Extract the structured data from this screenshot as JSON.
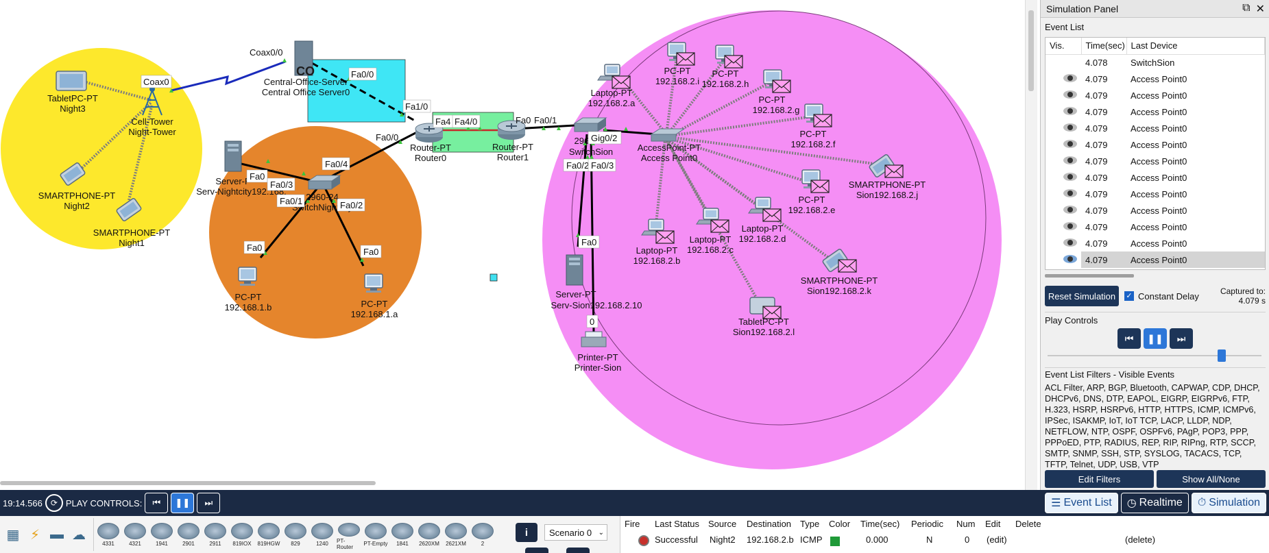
{
  "workspace": {
    "zones": {
      "yellow_color": "#fde82c",
      "orange_color": "#e5852c",
      "pink_color": "#f58ef5",
      "cyan_color": "#3fe6f5",
      "green_color": "#77ef9f"
    },
    "devices": {
      "tablet_night3": [
        "TabletPC-PT",
        "Night3"
      ],
      "cell_tower": [
        "Cell-Tower",
        "Night-Tower"
      ],
      "smartphone_night2": [
        "SMARTPHONE-PT",
        "Night2"
      ],
      "smartphone_night1": [
        "SMARTPHONE-PT",
        "Night1"
      ],
      "co_server": [
        "Central-Office-Server",
        "Central Office Server0"
      ],
      "co_logo": "CO",
      "server_nightcity": [
        "Server-P",
        "Serv-Nightcity192.168."
      ],
      "switch_nightcity": [
        "2960-24",
        "SwitchNightcity"
      ],
      "pc_1b": [
        "PC-PT",
        "192.168.1.b"
      ],
      "pc_1a": [
        "PC-PT",
        "192.168.1.a"
      ],
      "router0": [
        "Router-PT",
        "Router0"
      ],
      "router1": [
        "Router-PT",
        "Router1"
      ],
      "switch_sion": [
        "2960",
        "SwitchSion"
      ],
      "server_sion": [
        "Server-PT",
        "Serv-Sion192.168.2.10"
      ],
      "printer_sion": [
        "Printer-PT",
        "Printer-Sion"
      ],
      "access_point": [
        "AccessPoint-PT",
        "Access Point0"
      ],
      "laptop_2a": [
        "Laptop-PT",
        "192.168.2.a"
      ],
      "pc_2i": [
        "PC-PT",
        "192.168.2.i"
      ],
      "pc_2h": [
        "PC-PT",
        "192.168.2.h"
      ],
      "pc_2g": [
        "PC-PT",
        "192.168.2.g"
      ],
      "pc_2f": [
        "PC-PT",
        "192.168.2.f"
      ],
      "smartphone_2j": [
        "SMARTPHONE-PT",
        "Sion192.168.2.j"
      ],
      "pc_2e": [
        "PC-PT",
        "192.168.2.e"
      ],
      "laptop_2d": [
        "Laptop-PT",
        "192.168.2.d"
      ],
      "laptop_2c": [
        "Laptop-PT",
        "192.168.2.c"
      ],
      "laptop_2b": [
        "Laptop-PT",
        "192.168.2.b"
      ],
      "smartphone_2k": [
        "SMARTPHONE-PT",
        "Sion192.168.2.k"
      ],
      "tablet_2l": [
        "TabletPC-PT",
        "Sion192.168.2.l"
      ]
    },
    "ports": {
      "coax00": "Coax0/0",
      "coax0": "Coax0",
      "fa00_co": "Fa0/0",
      "fa10": "Fa1/0",
      "fa00_r0": "Fa0/0",
      "fa4_r0": "Fa4",
      "fa40_r1": "Fa4/0",
      "fa0_r1": "Fa0",
      "fa01": "Fa0/1",
      "gig02": "Gig0/2",
      "fa02_sw": "Fa0/2",
      "fa03_sw": "Fa0/3",
      "fa0_server_sion": "Fa0",
      "zero_printer": "0",
      "fa0_srv_nc": "Fa0",
      "fa03_nc": "Fa0/3",
      "fa04_nc": "Fa0/4",
      "fa01_nc": "Fa0/1",
      "fa02_nc": "Fa0/2",
      "fa0_pc1b": "Fa0",
      "fa0_pc1a": "Fa0"
    }
  },
  "sim_panel": {
    "title": "Simulation Panel",
    "event_list_label": "Event List",
    "columns": [
      "Vis.",
      "Time(sec)",
      "Last Device"
    ],
    "events": [
      {
        "time": "4.078",
        "device": "SwitchSion",
        "eye": false
      },
      {
        "time": "4.079",
        "device": "Access Point0",
        "eye": true
      },
      {
        "time": "4.079",
        "device": "Access Point0",
        "eye": true
      },
      {
        "time": "4.079",
        "device": "Access Point0",
        "eye": true
      },
      {
        "time": "4.079",
        "device": "Access Point0",
        "eye": true
      },
      {
        "time": "4.079",
        "device": "Access Point0",
        "eye": true
      },
      {
        "time": "4.079",
        "device": "Access Point0",
        "eye": true
      },
      {
        "time": "4.079",
        "device": "Access Point0",
        "eye": true
      },
      {
        "time": "4.079",
        "device": "Access Point0",
        "eye": true
      },
      {
        "time": "4.079",
        "device": "Access Point0",
        "eye": true
      },
      {
        "time": "4.079",
        "device": "Access Point0",
        "eye": true
      },
      {
        "time": "4.079",
        "device": "Access Point0",
        "eye": true
      },
      {
        "time": "4.079",
        "device": "Access Point0",
        "eye": true
      }
    ],
    "reset_label": "Reset Simulation",
    "constant_delay_label": "Constant Delay",
    "captured_label": "Captured to:",
    "captured_value": "4.079 s",
    "play_controls_label": "Play Controls",
    "filters_title": "Event List Filters - Visible Events",
    "filters_list": "ACL Filter, ARP, BGP, Bluetooth, CAPWAP, CDP, DHCP, DHCPv6, DNS, DTP, EAPOL, EIGRP, EIGRPv6, FTP, H.323, HSRP, HSRPv6, HTTP, HTTPS, ICMP, ICMPv6, IPSec, ISAKMP, IoT, IoT TCP, LACP, LLDP, NDP, NETFLOW, NTP, OSPF, OSPFv6, PAgP, POP3, PPP, PPPoED, PTP, RADIUS, REP, RIP, RIPng, RTP, SCCP, SMTP, SNMP, SSH, STP, SYSLOG, TACACS, TCP, TFTP, Telnet, UDP, USB, VTP",
    "edit_filters_label": "Edit Filters",
    "show_all_label": "Show All/None"
  },
  "time_bar": {
    "clock": "19:14.566",
    "play_controls_label": "PLAY CONTROLS:",
    "tabs": [
      {
        "label": "Event List",
        "icon": "event-list-icon"
      },
      {
        "label": "Realtime",
        "icon": "clock-icon"
      },
      {
        "label": "Simulation",
        "icon": "simulation-icon"
      }
    ]
  },
  "device_models": [
    "4331",
    "4321",
    "1941",
    "2901",
    "2911",
    "819IOX",
    "819HGW",
    "829",
    "1240",
    "PT-Router",
    "PT-Empty",
    "1841",
    "2620XM",
    "2621XM",
    "2"
  ],
  "scenario": {
    "selected": "Scenario 0",
    "info": "i"
  },
  "pdu": {
    "headers": [
      "Fire",
      "Last Status",
      "Source",
      "Destination",
      "Type",
      "Color",
      "Time(sec)",
      "Periodic",
      "Num",
      "Edit",
      "Delete"
    ],
    "row": {
      "status": "Successful",
      "source": "Night2",
      "destination": "192.168.2.b",
      "type": "ICMP",
      "color": "#1f9a38",
      "time": "0.000",
      "periodic": "N",
      "num": "0",
      "edit": "(edit)",
      "delete": "(delete)"
    }
  }
}
